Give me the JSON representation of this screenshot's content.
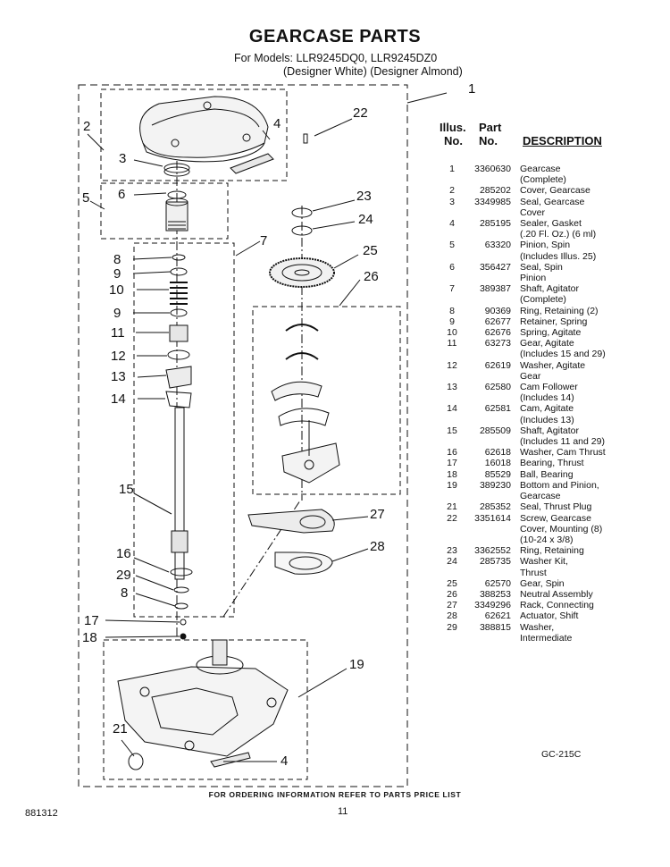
{
  "title": "GEARCASE PARTS",
  "models_line1": "For Models: LLR9245DQ0, LLR9245DZ0",
  "models_line2": "(Designer White) (Designer Almond)",
  "table_headers": {
    "illus_1": "Illus.",
    "illus_2": "No.",
    "part_1": "Part",
    "part_2": "No.",
    "description": "DESCRIPTION"
  },
  "parts": [
    {
      "illus": "1",
      "part": "3360630",
      "desc": [
        "Gearcase",
        "(Complete)"
      ]
    },
    {
      "illus": "2",
      "part": "285202",
      "desc": [
        "Cover, Gearcase"
      ]
    },
    {
      "illus": "3",
      "part": "3349985",
      "desc": [
        "Seal, Gearcase",
        "Cover"
      ]
    },
    {
      "illus": "4",
      "part": "285195",
      "desc": [
        "Sealer, Gasket",
        "(.20 Fl. Oz.) (6 ml)"
      ]
    },
    {
      "illus": "5",
      "part": "63320",
      "desc": [
        "Pinion, Spin",
        "(Includes Illus. 25)"
      ]
    },
    {
      "illus": "6",
      "part": "356427",
      "desc": [
        "Seal, Spin",
        "Pinion"
      ]
    },
    {
      "illus": "7",
      "part": "389387",
      "desc": [
        "Shaft, Agitator",
        "(Complete)"
      ]
    },
    {
      "illus": "8",
      "part": "90369",
      "desc": [
        "Ring, Retaining (2)"
      ]
    },
    {
      "illus": "9",
      "part": "62677",
      "desc": [
        "Retainer, Spring"
      ]
    },
    {
      "illus": "10",
      "part": "62676",
      "desc": [
        "Spring, Agitate"
      ]
    },
    {
      "illus": "11",
      "part": "63273",
      "desc": [
        "Gear, Agitate",
        "(Includes 15 and 29)"
      ]
    },
    {
      "illus": "12",
      "part": "62619",
      "desc": [
        "Washer, Agitate",
        "Gear"
      ]
    },
    {
      "illus": "13",
      "part": "62580",
      "desc": [
        "Cam Follower",
        "(Includes 14)"
      ]
    },
    {
      "illus": "14",
      "part": "62581",
      "desc": [
        "Cam, Agitate",
        "(Includes 13)"
      ]
    },
    {
      "illus": "15",
      "part": "285509",
      "desc": [
        "Shaft, Agitator",
        "(Includes 11 and 29)"
      ]
    },
    {
      "illus": "16",
      "part": "62618",
      "desc": [
        "Washer, Cam Thrust"
      ]
    },
    {
      "illus": "17",
      "part": "16018",
      "desc": [
        "Bearing, Thrust"
      ]
    },
    {
      "illus": "18",
      "part": "85529",
      "desc": [
        "Ball, Bearing"
      ]
    },
    {
      "illus": "19",
      "part": "389230",
      "desc": [
        "Bottom and Pinion,",
        "Gearcase"
      ]
    },
    {
      "illus": "21",
      "part": "285352",
      "desc": [
        "Seal, Thrust Plug"
      ]
    },
    {
      "illus": "22",
      "part": "3351614",
      "desc": [
        "Screw, Gearcase",
        "Cover, Mounting (8)",
        "(10-24 x 3/8)"
      ]
    },
    {
      "illus": "23",
      "part": "3362552",
      "desc": [
        "Ring, Retaining"
      ]
    },
    {
      "illus": "24",
      "part": "285735",
      "desc": [
        "Washer Kit,",
        "Thrust"
      ]
    },
    {
      "illus": "25",
      "part": "62570",
      "desc": [
        "Gear, Spin"
      ]
    },
    {
      "illus": "26",
      "part": "388253",
      "desc": [
        "Neutral Assembly"
      ]
    },
    {
      "illus": "27",
      "part": "3349296",
      "desc": [
        "Rack, Connecting"
      ]
    },
    {
      "illus": "28",
      "part": "62621",
      "desc": [
        "Actuator, Shift"
      ]
    },
    {
      "illus": "29",
      "part": "388815",
      "desc": [
        "Washer,",
        "Intermediate"
      ]
    }
  ],
  "callouts": {
    "c1": "1",
    "c2": "2",
    "c3": "3",
    "c4a": "4",
    "c4b": "4",
    "c5": "5",
    "c6": "6",
    "c7": "7",
    "c8a": "8",
    "c8b": "8",
    "c9a": "9",
    "c9b": "9",
    "c10": "10",
    "c11": "11",
    "c12": "12",
    "c13": "13",
    "c14": "14",
    "c15": "15",
    "c16": "16",
    "c17": "17",
    "c18": "18",
    "c19": "19",
    "c21": "21",
    "c22": "22",
    "c23": "23",
    "c24": "24",
    "c25": "25",
    "c26": "26",
    "c27": "27",
    "c28": "28",
    "c29": "29"
  },
  "diagram_code": "GC-215C",
  "footer": "FOR ORDERING INFORMATION REFER TO PARTS PRICE LIST",
  "doc_code": "881312",
  "page_number": "11"
}
